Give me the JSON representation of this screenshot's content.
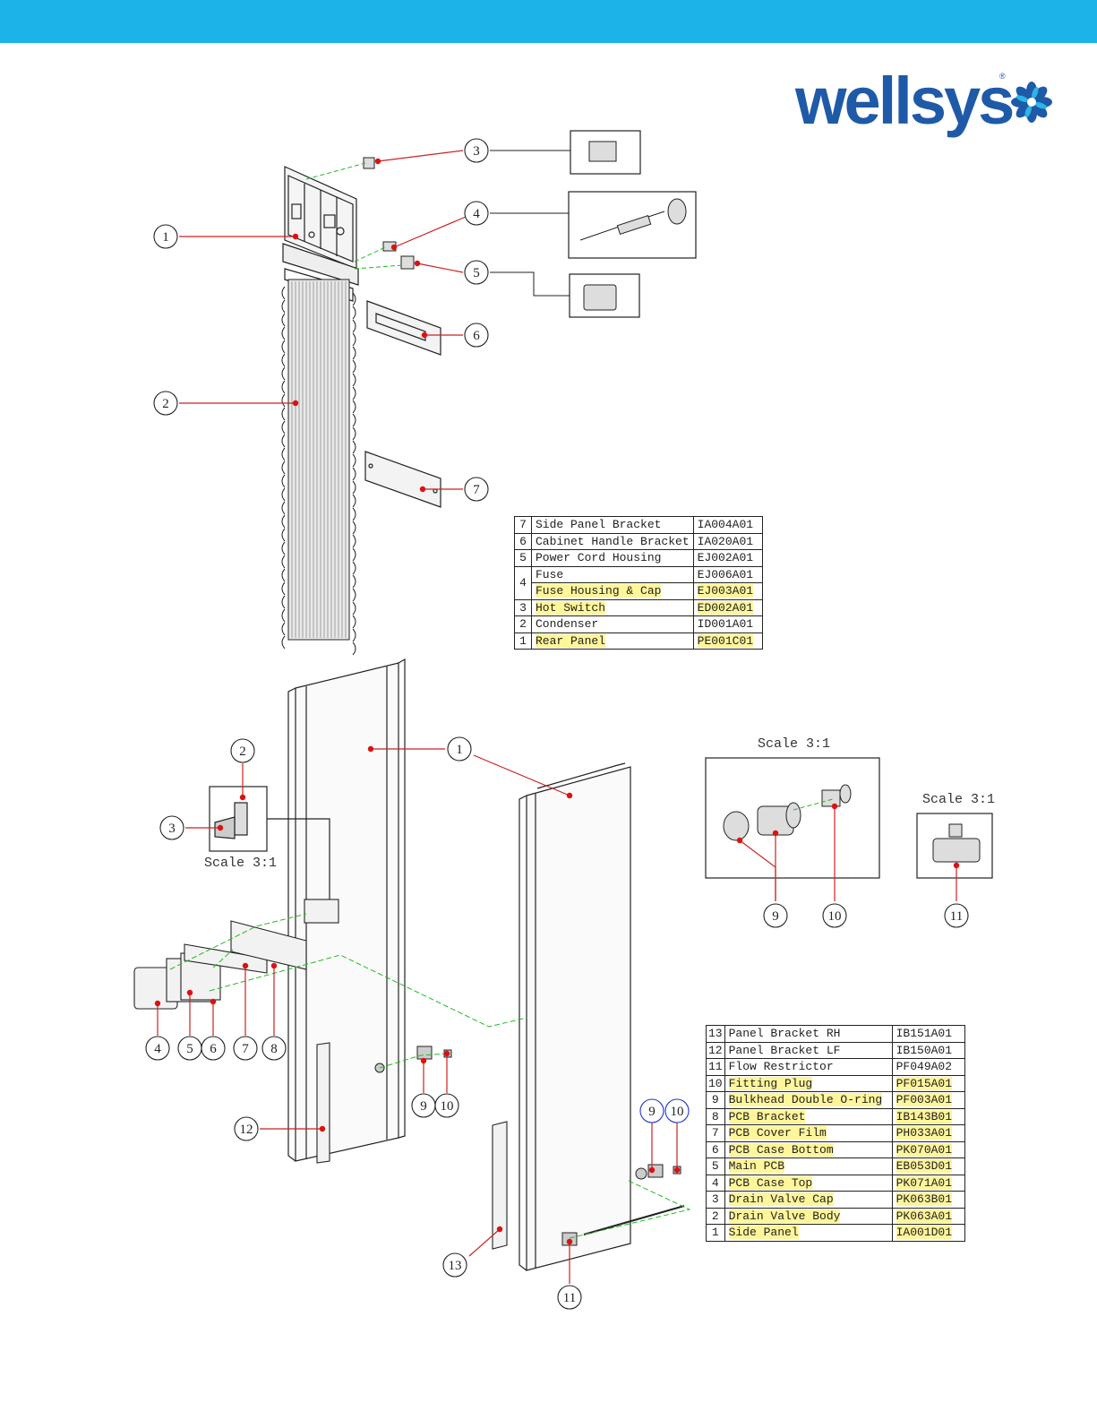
{
  "brand": {
    "name": "wellsys",
    "registered": "®",
    "color": "#1e5aa8"
  },
  "header": {
    "color": "#1cb4e8"
  },
  "top_callouts": [
    "1",
    "2",
    "3",
    "4",
    "5",
    "6",
    "7"
  ],
  "bottom_callouts": [
    "1",
    "2",
    "3",
    "4",
    "5",
    "6",
    "7",
    "8",
    "9",
    "10",
    "11",
    "12",
    "13"
  ],
  "scales": {
    "left": "Scale 3:1",
    "center": "Scale 3:1",
    "right": "Scale 3:1"
  },
  "table_top": [
    {
      "no": "7",
      "name": "Side Panel Bracket",
      "part": "IA004A01",
      "hl": false
    },
    {
      "no": "6",
      "name": "Cabinet Handle Bracket",
      "part": "IA020A01",
      "hl": false
    },
    {
      "no": "5",
      "name": "Power Cord Housing",
      "part": "EJ002A01",
      "hl": false
    },
    {
      "no": "4",
      "name": "Fuse",
      "part": "EJ006A01",
      "hl": false
    },
    {
      "no": "",
      "name": "Fuse Housing & Cap",
      "part": "EJ003A01",
      "hl": true
    },
    {
      "no": "3",
      "name": "Hot Switch",
      "part": "ED002A01",
      "hl": true
    },
    {
      "no": "2",
      "name": "Condenser",
      "part": "ID001A01",
      "hl": false
    },
    {
      "no": "1",
      "name": "Rear Panel",
      "part": "PE001C01",
      "hl": true
    }
  ],
  "table_bottom": [
    {
      "no": "13",
      "name": "Panel Bracket RH",
      "part": "IB151A01",
      "hl": false
    },
    {
      "no": "12",
      "name": "Panel Bracket LF",
      "part": "IB150A01",
      "hl": false
    },
    {
      "no": "11",
      "name": "Flow Restrictor",
      "part": "PF049A02",
      "hl": false
    },
    {
      "no": "10",
      "name": "Fitting Plug",
      "part": "PF015A01",
      "hl": true
    },
    {
      "no": "9",
      "name": "Bulkhead Double O-ring",
      "part": "PF003A01",
      "hl": true
    },
    {
      "no": "8",
      "name": "PCB Bracket",
      "part": "IB143B01",
      "hl": true
    },
    {
      "no": "7",
      "name": "PCB Cover Film",
      "part": "PH033A01",
      "hl": true
    },
    {
      "no": "6",
      "name": "PCB Case Bottom",
      "part": "PK070A01",
      "hl": true
    },
    {
      "no": "5",
      "name": "Main PCB",
      "part": "EB053D01",
      "hl": true
    },
    {
      "no": "4",
      "name": "PCB Case Top",
      "part": "PK071A01",
      "hl": true
    },
    {
      "no": "3",
      "name": "Drain Valve Cap",
      "part": "PK063B01",
      "hl": true
    },
    {
      "no": "2",
      "name": "Drain Valve Body",
      "part": "PK063A01",
      "hl": true
    },
    {
      "no": "1",
      "name": "Side Panel",
      "part": "IA001D01",
      "hl": true
    }
  ]
}
